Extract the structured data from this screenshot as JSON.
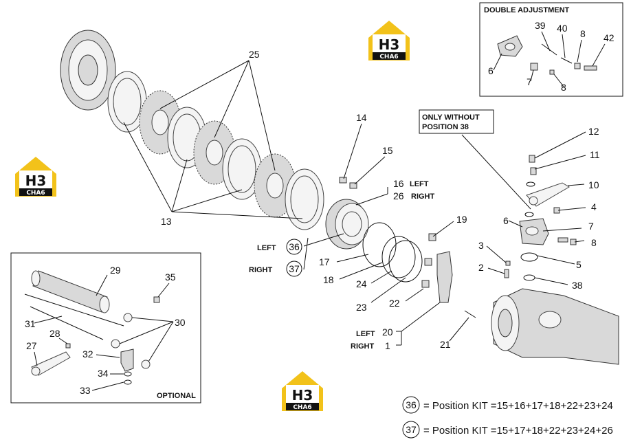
{
  "boxes": {
    "double_adjustment_title": "DOUBLE ADJUSTMENT",
    "only_without_line1": "ONLY WITHOUT",
    "only_without_line2": "POSITION 38",
    "optional_label": "OPTIONAL"
  },
  "side_labels": {
    "left_a": "LEFT",
    "right_a": "RIGHT",
    "left_b": "LEFT",
    "right_b": "RIGHT",
    "left_c": "LEFT",
    "right_c": "RIGHT"
  },
  "part_numbers": {
    "n1": "1",
    "n2": "2",
    "n3": "3",
    "n4": "4",
    "n5": "5",
    "n6": "6",
    "n6b": "6",
    "n7": "7",
    "n7b": "7",
    "n8": "8",
    "n8b": "8",
    "n8c": "8",
    "n10": "10",
    "n11": "11",
    "n12": "12",
    "n13": "13",
    "n14": "14",
    "n15": "15",
    "n16": "16",
    "n17": "17",
    "n18": "18",
    "n19": "19",
    "n20": "20",
    "n21": "21",
    "n22": "22",
    "n23": "23",
    "n24": "24",
    "n25": "25",
    "n26": "26",
    "n27": "27",
    "n28": "28",
    "n29": "29",
    "n30": "30",
    "n31": "31",
    "n32": "32",
    "n33": "33",
    "n34": "34",
    "n35": "35",
    "n36": "36",
    "n37": "37",
    "n38": "38",
    "n39": "39",
    "n40": "40",
    "n42": "42"
  },
  "kits": {
    "kit36_number": "36",
    "kit36_text": "= Position KIT =15+16+17+18+22+23+24",
    "kit37_number": "37",
    "kit37_text": "= Position KIT =15+17+18+22+23+24+26"
  },
  "watermark": {
    "top_text": "H3",
    "bottom_text": "CHA6",
    "colors": {
      "yellow": "#f2c21a",
      "dark": "#111111"
    }
  }
}
